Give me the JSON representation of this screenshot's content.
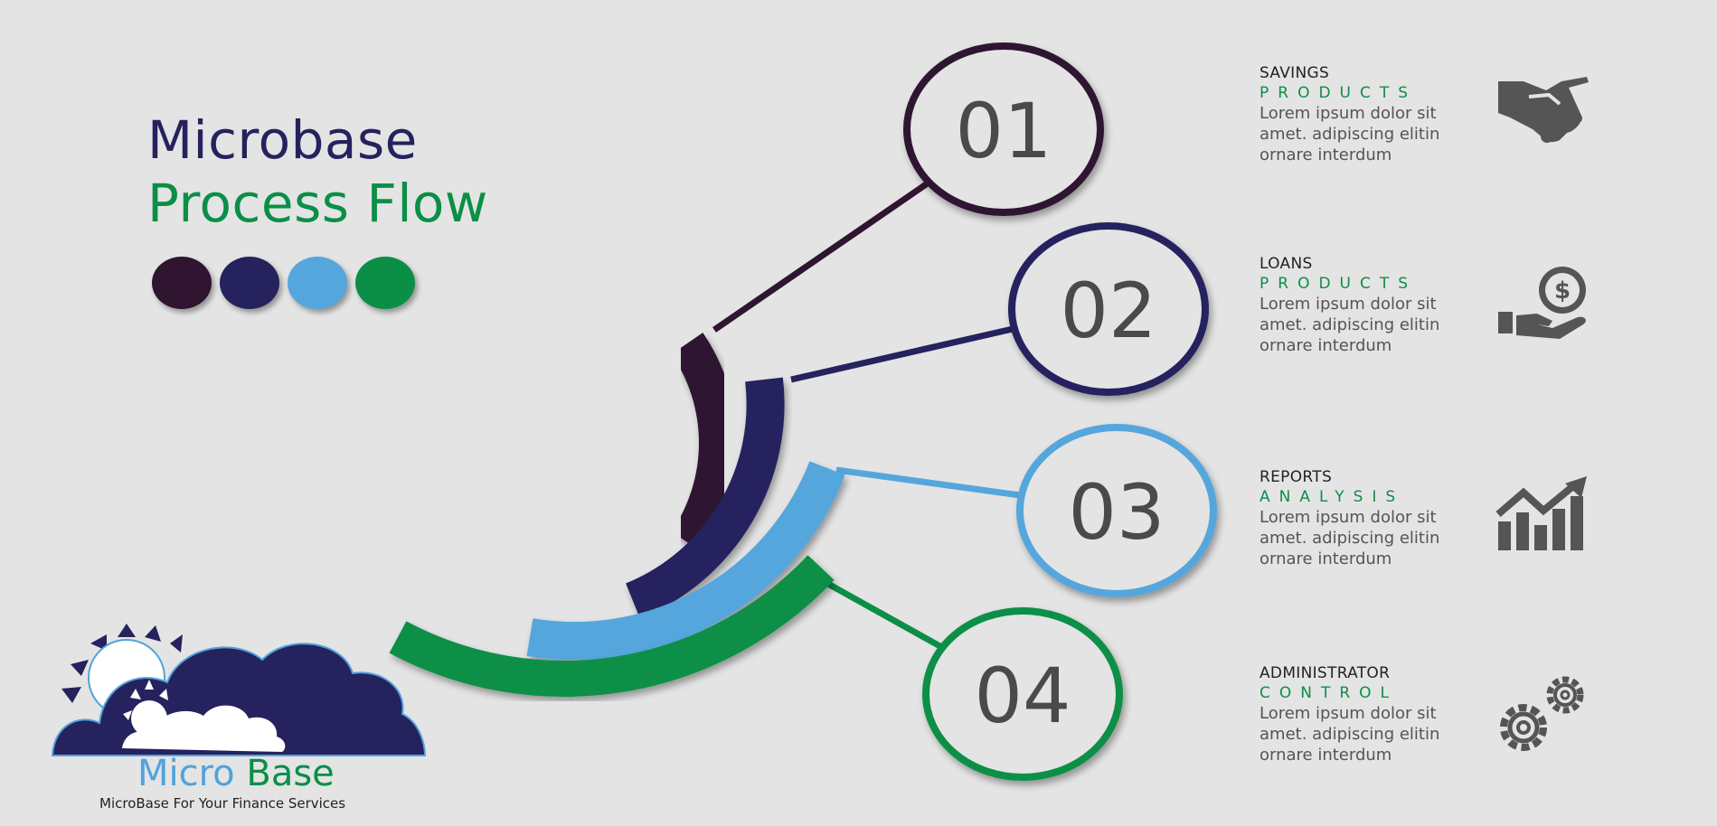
{
  "title": {
    "line1": "Microbase",
    "line2": "Process Flow"
  },
  "colors": {
    "step1": "#2f1530",
    "step2": "#25225e",
    "step3": "#55a6dc",
    "step4": "#0b8f47"
  },
  "steps": [
    {
      "number": "01",
      "category": "SAVINGS",
      "subtitle": "PRODUCTS",
      "body": [
        "Lorem ipsum dolor sit",
        "amet. adipiscing elitin",
        "ornare interdum"
      ],
      "icon": "handshake-icon"
    },
    {
      "number": "02",
      "category": "LOANS",
      "subtitle": "PRODUCTS",
      "body": [
        "Lorem ipsum dolor sit",
        "amet. adipiscing elitin",
        "ornare interdum"
      ],
      "icon": "money-hand-icon"
    },
    {
      "number": "03",
      "category": "REPORTS",
      "subtitle": "ANALYSIS",
      "body": [
        "Lorem ipsum dolor sit",
        "amet. adipiscing elitin",
        "ornare interdum"
      ],
      "icon": "growth-chart-icon"
    },
    {
      "number": "04",
      "category": "ADMINISTRATOR",
      "subtitle": "CONTROL",
      "body": [
        "Lorem ipsum dolor sit",
        "amet. adipiscing elitin",
        "ornare interdum"
      ],
      "icon": "gears-icon"
    }
  ],
  "logo": {
    "name_part1": "Micro",
    "name_part2": "Base",
    "tagline": "MicroBase For Your Finance Services",
    "icon": "sun-cloud-logo-icon"
  }
}
